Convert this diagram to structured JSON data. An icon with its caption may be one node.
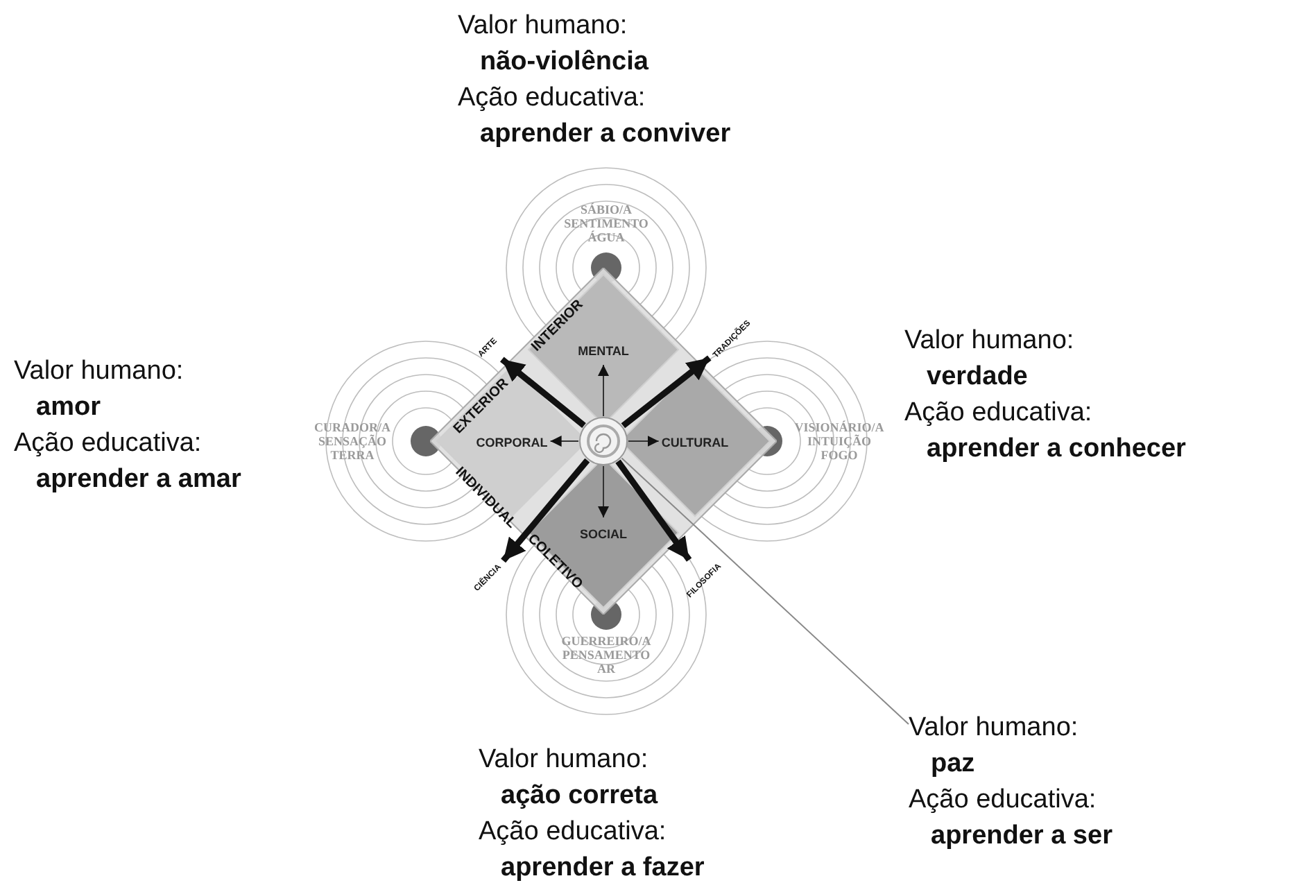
{
  "diagram": {
    "nodes": [
      {
        "text": [
          "Valor humano:",
          "não-violência",
          "Ação educativa:",
          "aprender a conviver"
        ]
      },
      {
        "text": [
          "Valor humano:",
          "amor",
          "Ação educativa:",
          "aprender a amar"
        ]
      },
      {
        "text": [
          "Valor humano:",
          "verdade",
          "Ação educativa:",
          "aprender a conhecer"
        ]
      },
      {
        "text": [
          "Valor humano:",
          "ação correta",
          "Ação educativa:",
          "aprender a fazer"
        ]
      },
      {
        "text": [
          "Valor humano:",
          "paz",
          "Ação educativa:",
          "aprender a ser"
        ]
      },
      {
        "text": [
          "SÁBIO/A SENTIMENTO ÁGUA"
        ]
      },
      {
        "text": [
          "CURADOR/A SENSAÇÃO TERRA"
        ]
      },
      {
        "text": [
          "VISIONÁRIO/A INTUIÇÃO FOGO"
        ]
      },
      {
        "text": [
          "GUERREIRO/A PENSAMENTO AR"
        ]
      },
      {
        "text": [
          "INTERIOR",
          "EXTERIOR",
          "INDIVIDUAL",
          "COLETIVO"
        ]
      },
      {
        "text": [
          "MENTAL"
        ],
        "in": 9
      },
      {
        "text": [
          "CORPORAL"
        ],
        "in": 9
      },
      {
        "text": [
          "CULTURAL"
        ],
        "in": 9
      },
      {
        "text": [
          "SOCIAL"
        ],
        "in": 9
      },
      {
        "text": [],
        "shape": "circle",
        "in": 9
      },
      {
        "text": [
          "ARTE"
        ]
      },
      {
        "text": [
          "TRADIÇÕES"
        ]
      },
      {
        "text": [
          "CIÊNCIA"
        ]
      },
      {
        "text": [
          "FILOSOFIA"
        ]
      }
    ],
    "edges": [
      {
        "from": 14,
        "to": 15,
        "arrow": "to",
        "style": "thick"
      },
      {
        "from": 14,
        "to": 16,
        "arrow": "to",
        "style": "thick"
      },
      {
        "from": 14,
        "to": 17,
        "arrow": "to",
        "style": "thick"
      },
      {
        "from": 14,
        "to": 18,
        "arrow": "to",
        "style": "thick"
      },
      {
        "from": 14,
        "to": 4,
        "arrow": "none",
        "color": "#888888"
      },
      {
        "from": 14,
        "to": 10,
        "arrow": "to"
      },
      {
        "from": 14,
        "to": 11,
        "arrow": "to"
      },
      {
        "from": 14,
        "to": 12,
        "arrow": "to"
      },
      {
        "from": 14,
        "to": 13,
        "arrow": "to"
      }
    ]
  }
}
